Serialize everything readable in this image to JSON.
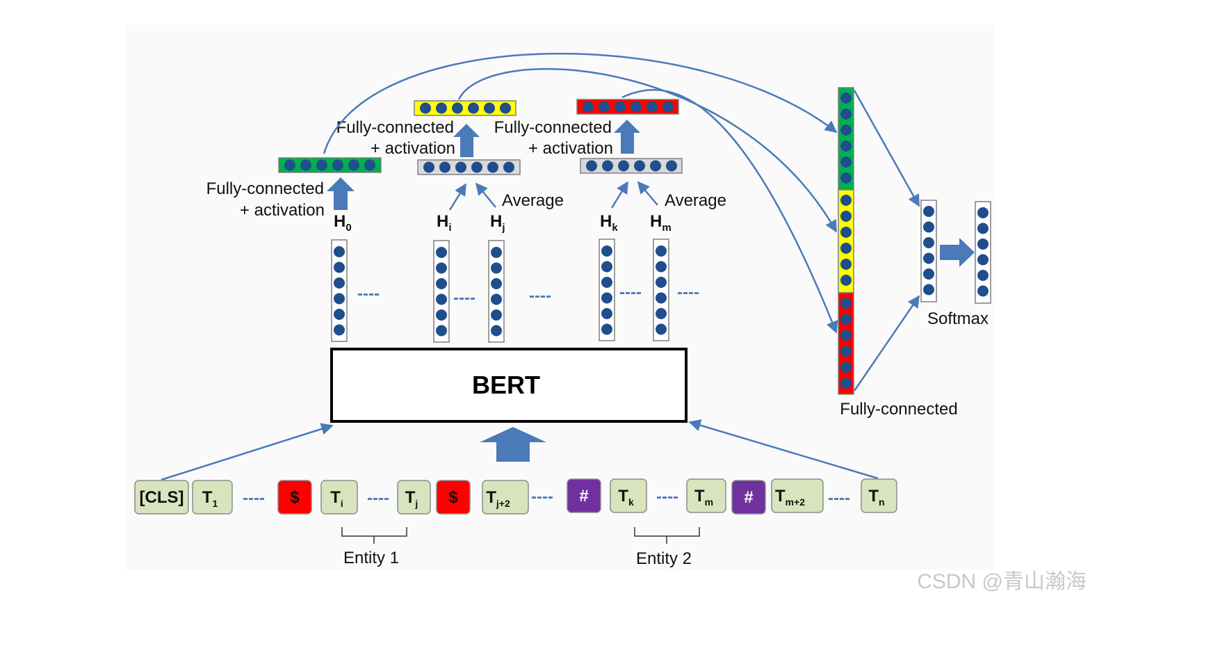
{
  "colors": {
    "token_fill": "#d7e4bd",
    "token_stroke": "#8c8c8c",
    "marker_dollar": "#ff0000",
    "marker_hash": "#7030a0",
    "dot": "#1f4e8c",
    "arrow": "#4a7ab8",
    "vec_green": "#00b050",
    "vec_yellow": "#ffff00",
    "vec_red": "#ff0000",
    "vec_gray": "#d9d9d9"
  },
  "model": {
    "label": "BERT"
  },
  "tokens": [
    {
      "base": "[CLS]",
      "sub": "",
      "kind": "token"
    },
    {
      "base": "T",
      "sub": "1",
      "kind": "token"
    },
    {
      "base": "$",
      "sub": "",
      "kind": "dollar"
    },
    {
      "base": "T",
      "sub": "i",
      "kind": "token"
    },
    {
      "base": "T",
      "sub": "j",
      "kind": "token"
    },
    {
      "base": "$",
      "sub": "",
      "kind": "dollar"
    },
    {
      "base": "T",
      "sub": "j+2",
      "kind": "token"
    },
    {
      "base": "#",
      "sub": "",
      "kind": "hash"
    },
    {
      "base": "T",
      "sub": "k",
      "kind": "token"
    },
    {
      "base": "T",
      "sub": "m",
      "kind": "token"
    },
    {
      "base": "#",
      "sub": "",
      "kind": "hash"
    },
    {
      "base": "T",
      "sub": "m+2",
      "kind": "token"
    },
    {
      "base": "T",
      "sub": "n",
      "kind": "token"
    }
  ],
  "ellipsis": "----",
  "entities": [
    {
      "label": "Entity 1"
    },
    {
      "label": "Entity 2"
    }
  ],
  "hidden_states": [
    {
      "base": "H",
      "sub": "0"
    },
    {
      "base": "H",
      "sub": "i"
    },
    {
      "base": "H",
      "sub": "j"
    },
    {
      "base": "H",
      "sub": "k"
    },
    {
      "base": "H",
      "sub": "m"
    }
  ],
  "layers": {
    "fc_activation_line1": "Fully-connected",
    "fc_activation_line2": "+ activation",
    "average": "Average",
    "fully_connected": "Fully-connected",
    "softmax": "Softmax"
  },
  "watermark": "CSDN @青山瀚海"
}
